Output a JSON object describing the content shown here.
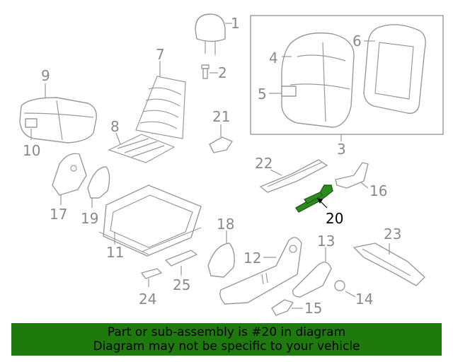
{
  "callouts": {
    "c1": "1",
    "c2": "2",
    "c3": "3",
    "c4": "4",
    "c5": "5",
    "c6": "6",
    "c7": "7",
    "c8": "8",
    "c9": "9",
    "c10": "10",
    "c11": "11",
    "c12": "12",
    "c13": "13",
    "c14": "14",
    "c15": "15",
    "c16": "16",
    "c17": "17",
    "c18": "18",
    "c19": "19",
    "c20": "20",
    "c21": "21",
    "c22": "22",
    "c23": "23",
    "c24": "24",
    "c25": "25"
  },
  "highlight": {
    "part": "20",
    "color": "#2e8b1f"
  },
  "banner": {
    "line1": "Part or sub-assembly is #20 in diagram",
    "line2": "Diagram may not be specific to your vehicle",
    "background": "#1f7a0e"
  }
}
